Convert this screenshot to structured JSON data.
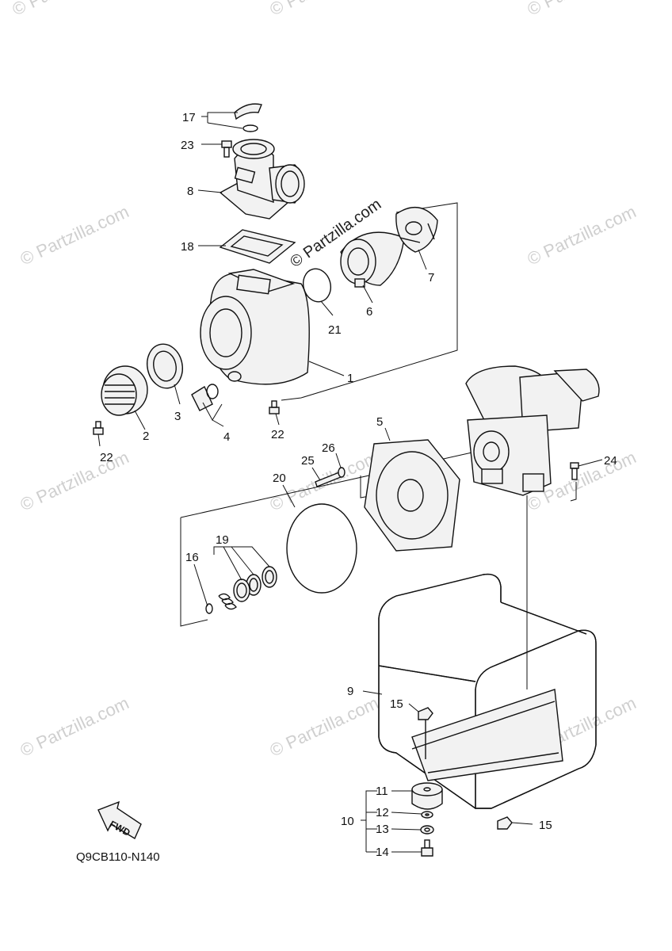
{
  "diagram_code": "Q9CB110-N140",
  "fwd_label": "FWD",
  "watermarks": {
    "text": "© Partzilla.com",
    "center_text": "© Partzilla.com"
  },
  "callouts": [
    {
      "id": "c1",
      "label": "1"
    },
    {
      "id": "c2",
      "label": "2"
    },
    {
      "id": "c3",
      "label": "3"
    },
    {
      "id": "c4",
      "label": "4"
    },
    {
      "id": "c5",
      "label": "5"
    },
    {
      "id": "c6",
      "label": "6"
    },
    {
      "id": "c7",
      "label": "7"
    },
    {
      "id": "c8",
      "label": "8"
    },
    {
      "id": "c9",
      "label": "9"
    },
    {
      "id": "c10",
      "label": "10"
    },
    {
      "id": "c11",
      "label": "11"
    },
    {
      "id": "c12",
      "label": "12"
    },
    {
      "id": "c13",
      "label": "13"
    },
    {
      "id": "c14",
      "label": "14"
    },
    {
      "id": "c15a",
      "label": "15"
    },
    {
      "id": "c15b",
      "label": "15"
    },
    {
      "id": "c16",
      "label": "16"
    },
    {
      "id": "c17",
      "label": "17"
    },
    {
      "id": "c18",
      "label": "18"
    },
    {
      "id": "c19",
      "label": "19"
    },
    {
      "id": "c20",
      "label": "20"
    },
    {
      "id": "c21",
      "label": "21"
    },
    {
      "id": "c22a",
      "label": "22"
    },
    {
      "id": "c22b",
      "label": "22"
    },
    {
      "id": "c23",
      "label": "23"
    },
    {
      "id": "c24",
      "label": "24"
    },
    {
      "id": "c25",
      "label": "25"
    },
    {
      "id": "c26",
      "label": "26"
    }
  ]
}
